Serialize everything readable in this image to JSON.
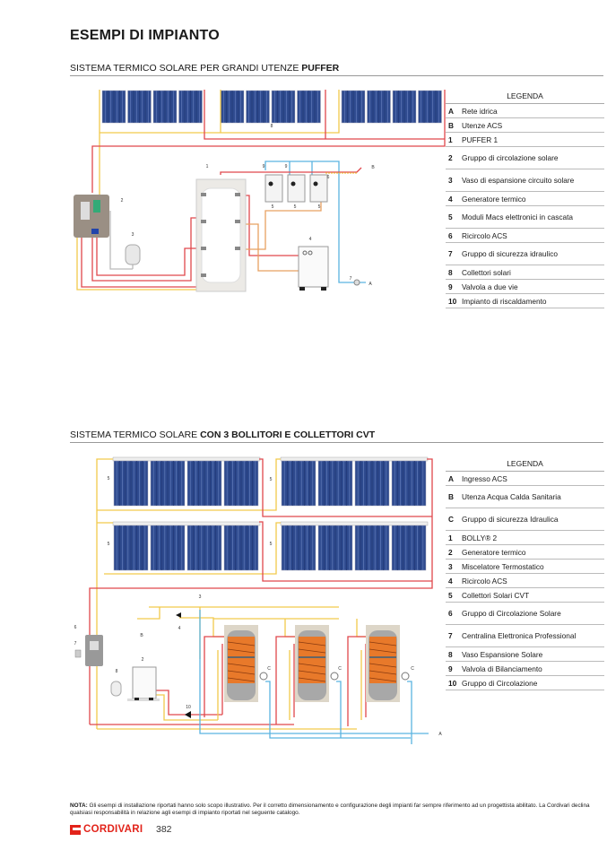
{
  "page_title": "ESEMPI DI IMPIANTO",
  "section1": {
    "title_normal": "SISTEMA TERMICO SOLARE PER GRANDI UTENZE ",
    "title_bold": "PUFFER",
    "diagram_labels": [
      "8",
      "1",
      "2",
      "3",
      "4",
      "5",
      "5",
      "5",
      "6",
      "9",
      "9",
      "B",
      "7",
      "A"
    ],
    "legend": {
      "header": "LEGENDA",
      "items": [
        {
          "key": "A",
          "label": "Rete idrica"
        },
        {
          "key": "B",
          "label": "Utenze ACS"
        },
        {
          "key": "1",
          "label": "PUFFER 1"
        },
        {
          "key": "2",
          "label": "Gruppo di circolazione solare"
        },
        {
          "key": "3",
          "label": "Vaso di espansione circuito solare"
        },
        {
          "key": "4",
          "label": "Generatore termico"
        },
        {
          "key": "5",
          "label": "Moduli Macs elettronici in cascata"
        },
        {
          "key": "6",
          "label": "Ricircolo ACS"
        },
        {
          "key": "7",
          "label": "Gruppo di sicurezza idraulico"
        },
        {
          "key": "8",
          "label": "Collettori solari"
        },
        {
          "key": "9",
          "label": "Valvola a due vie"
        },
        {
          "key": "10",
          "label": "Impianto di riscaldamento"
        }
      ]
    }
  },
  "section2": {
    "title_normal": "SISTEMA TERMICO SOLARE ",
    "title_bold": "CON 3 BOLLITORI E COLLETTORI CVT",
    "diagram_labels": [
      "5",
      "5",
      "5",
      "5",
      "3",
      "4",
      "6",
      "7",
      "8",
      "2",
      "10",
      "B",
      "A",
      "C",
      "C",
      "C"
    ],
    "legend": {
      "header": "LEGENDA",
      "items": [
        {
          "key": "A",
          "label": "Ingresso ACS"
        },
        {
          "key": "B",
          "label": "Utenza Acqua Calda Sanitaria"
        },
        {
          "key": "C",
          "label": "Gruppo di sicurezza Idraulica"
        },
        {
          "key": "1",
          "label": "BOLLY® 2"
        },
        {
          "key": "2",
          "label": "Generatore termico"
        },
        {
          "key": "3",
          "label": "Miscelatore Termostatico"
        },
        {
          "key": "4",
          "label": "Ricircolo ACS"
        },
        {
          "key": "5",
          "label": "Collettori Solari CVT"
        },
        {
          "key": "6",
          "label": "Gruppo di Circolazione Solare"
        },
        {
          "key": "7",
          "label": "Centralina Elettronica Professional"
        },
        {
          "key": "8",
          "label": "Vaso Espansione Solare"
        },
        {
          "key": "9",
          "label": "Valvola di Bilanciamento"
        },
        {
          "key": "10",
          "label": "Gruppo di Circolazione"
        }
      ]
    }
  },
  "note": {
    "label": "NOTA:",
    "text": " Gli esempi di installazione riportati hanno solo scopo illustrativo. Per il corretto dimensionamento e configurazione degli impianti far sempre riferimento ad un progettista abilitato. La Cordivari declina qualsiasi responsabilità in relazione agli esempi di impianto riportati nel seguente catalogo."
  },
  "footer": {
    "brand": "CORDIVARI",
    "page_number": "382"
  },
  "colors": {
    "hot": "#e0474c",
    "cold_solar": "#f2c94c",
    "water": "#5bb3e0",
    "return": "#e8a060",
    "panel": "#2e4a8e",
    "coil": "#e8792a",
    "brand": "#e2231a"
  }
}
